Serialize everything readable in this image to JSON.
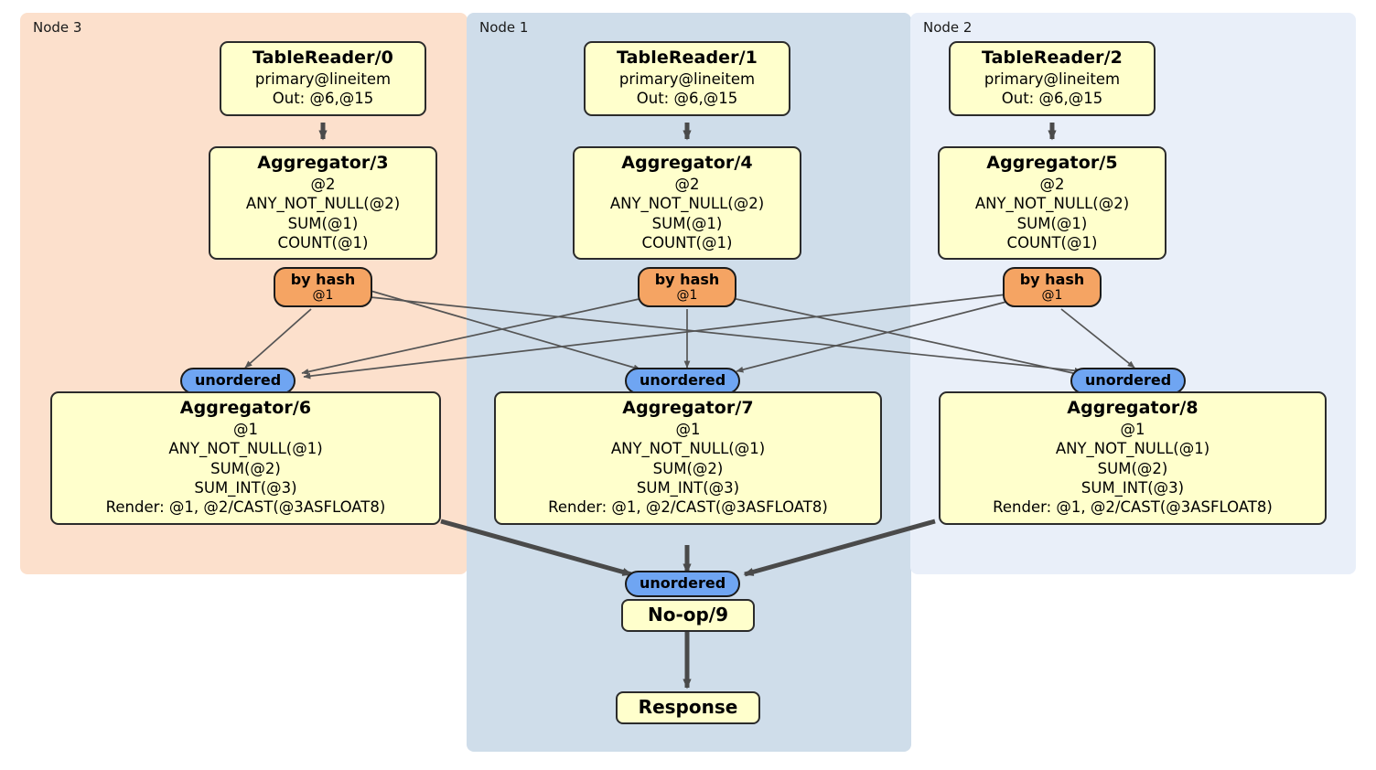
{
  "regions": [
    {
      "id": "node3",
      "label": "Node 3",
      "color": "#FCE0CC"
    },
    {
      "id": "node1",
      "label": "Node 1",
      "color": "#CFDDEA"
    },
    {
      "id": "node2",
      "label": "Node 2",
      "color": "#E9EFF9"
    }
  ],
  "colors": {
    "processor_fill": "#FFFFCC",
    "processor_stroke": "#2b2b2b",
    "hash_router_fill": "#F5A463",
    "unordered_sync_fill": "#6FA5F2",
    "edge_thin": "#555555",
    "edge_thick": "#4a4a4a",
    "node3_bg": "#FCE0CC",
    "node1_bg": "#CFDDEA",
    "node2_bg": "#E9EFF9"
  },
  "processors": {
    "table_reader_0": {
      "title": "TableReader/0",
      "lines": [
        "primary@lineitem",
        "Out: @6,@15"
      ]
    },
    "table_reader_1": {
      "title": "TableReader/1",
      "lines": [
        "primary@lineitem",
        "Out: @6,@15"
      ]
    },
    "table_reader_2": {
      "title": "TableReader/2",
      "lines": [
        "primary@lineitem",
        "Out: @6,@15"
      ]
    },
    "aggregator_3": {
      "title": "Aggregator/3",
      "lines": [
        "@2",
        "ANY_NOT_NULL(@2)",
        "SUM(@1)",
        "COUNT(@1)"
      ]
    },
    "aggregator_4": {
      "title": "Aggregator/4",
      "lines": [
        "@2",
        "ANY_NOT_NULL(@2)",
        "SUM(@1)",
        "COUNT(@1)"
      ]
    },
    "aggregator_5": {
      "title": "Aggregator/5",
      "lines": [
        "@2",
        "ANY_NOT_NULL(@2)",
        "SUM(@1)",
        "COUNT(@1)"
      ]
    },
    "aggregator_6": {
      "title": "Aggregator/6",
      "lines": [
        "@1",
        "ANY_NOT_NULL(@1)",
        "SUM(@2)",
        "SUM_INT(@3)",
        "Render: @1, @2/CAST(@3ASFLOAT8)"
      ]
    },
    "aggregator_7": {
      "title": "Aggregator/7",
      "lines": [
        "@1",
        "ANY_NOT_NULL(@1)",
        "SUM(@2)",
        "SUM_INT(@3)",
        "Render: @1, @2/CAST(@3ASFLOAT8)"
      ]
    },
    "aggregator_8": {
      "title": "Aggregator/8",
      "lines": [
        "@1",
        "ANY_NOT_NULL(@1)",
        "SUM(@2)",
        "SUM_INT(@3)",
        "Render: @1, @2/CAST(@3ASFLOAT8)"
      ]
    },
    "noop_9": {
      "title": "No-op/9"
    },
    "response": {
      "title": "Response"
    }
  },
  "routers": {
    "by_hash_3": {
      "type": "by hash",
      "column": "@1"
    },
    "by_hash_4": {
      "type": "by hash",
      "column": "@1"
    },
    "by_hash_5": {
      "type": "by hash",
      "column": "@1"
    }
  },
  "synchronizers": {
    "unordered_6": {
      "label": "unordered"
    },
    "unordered_7": {
      "label": "unordered"
    },
    "unordered_8": {
      "label": "unordered"
    },
    "unordered_9": {
      "label": "unordered"
    }
  }
}
